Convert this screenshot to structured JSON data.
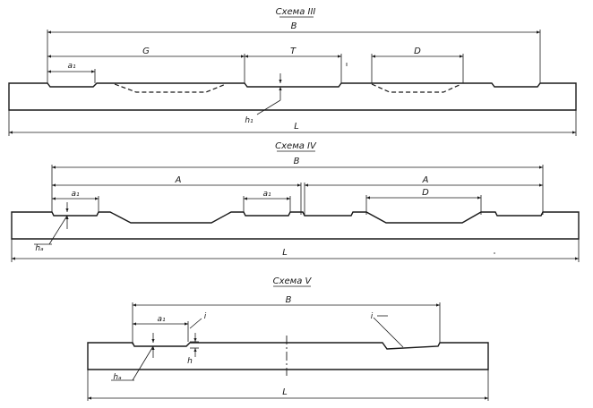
{
  "schema3": {
    "title": "Схема III",
    "labels": {
      "B": "B",
      "G": "G",
      "T": "T",
      "D": "D",
      "a1": "a₁",
      "h1": "h₁",
      "L": "L"
    }
  },
  "schema4": {
    "title": "Схема IV",
    "labels": {
      "B": "B",
      "A_left": "A",
      "A_right": "A",
      "a1_left": "a₁",
      "a1_mid": "a₁",
      "D": "D",
      "ha": "hₐ",
      "L": "L"
    }
  },
  "schema5": {
    "title": "Схема V",
    "labels": {
      "B": "B",
      "a1": "a₁",
      "i_left": "i",
      "i_right": "i",
      "ha": "hₐ",
      "h": "h",
      "L": "L"
    }
  }
}
